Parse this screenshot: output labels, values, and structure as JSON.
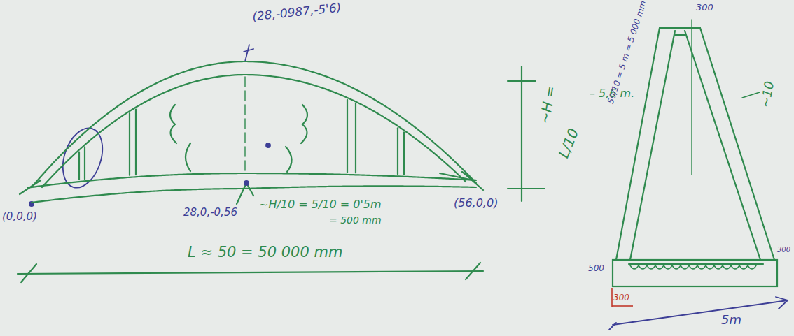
{
  "diagram": {
    "labels": [
      "(28,-0987,-5'6)",
      "(0,0,0)",
      "28,0,-0,56",
      "(56,0,0)",
      "~H/10 = 5/10 = 0'5m",
      "= 500 mm",
      "L ≈ 50 = 50 000 mm",
      "~H =",
      "L/10",
      "– 5,6 m.",
      "50/10 = 5 m = 5 000 mm",
      "300",
      "~10",
      "500",
      "300",
      "5m",
      "300"
    ]
  }
}
